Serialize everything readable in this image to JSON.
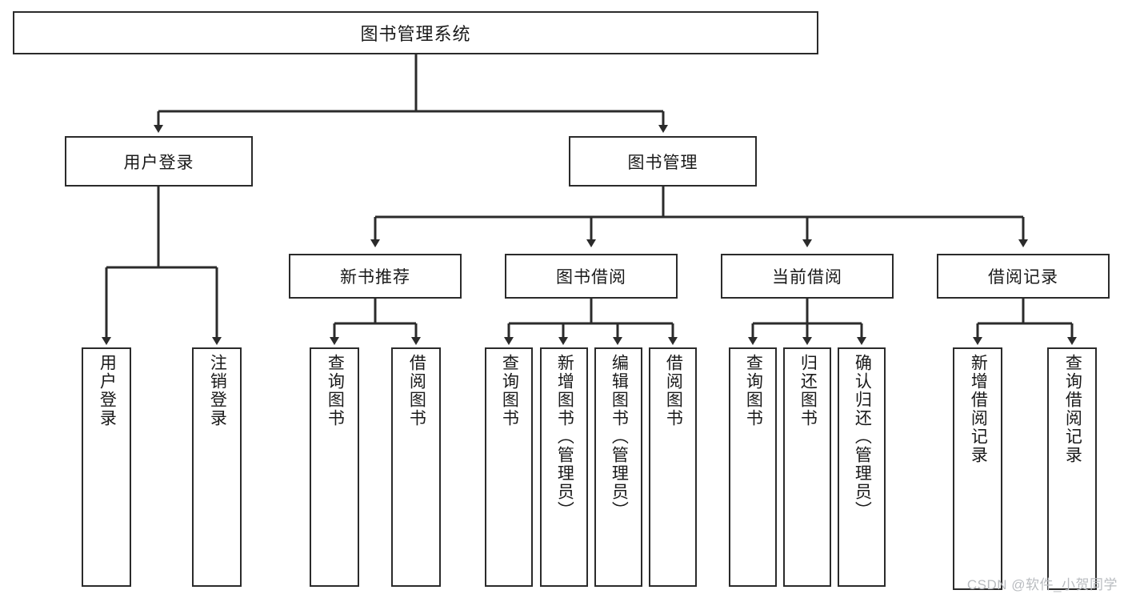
{
  "diagram": {
    "title": "图书管理系统",
    "type": "tree",
    "colors": {
      "stroke": "#2b2b2b",
      "fill": "#ffffff",
      "text": "#1a1a1a",
      "watermark": "#b9bcc0"
    },
    "root": {
      "label": "图书管理系统"
    },
    "level2": [
      {
        "id": "user-login",
        "label": "用户登录"
      },
      {
        "id": "book-manage",
        "label": "图书管理"
      }
    ],
    "level3": [
      {
        "id": "new-book-rec",
        "label": "新书推荐",
        "parent": "book-manage"
      },
      {
        "id": "book-borrow",
        "label": "图书借阅",
        "parent": "book-manage"
      },
      {
        "id": "current-borrow",
        "label": "当前借阅",
        "parent": "book-manage"
      },
      {
        "id": "borrow-record",
        "label": "借阅记录",
        "parent": "book-manage"
      }
    ],
    "leaves": [
      {
        "id": "leaf-user-login",
        "label": "用户登录",
        "parent": "user-login"
      },
      {
        "id": "leaf-logout",
        "label": "注销登录",
        "parent": "user-login"
      },
      {
        "id": "leaf-query-book-1",
        "label": "查询图书",
        "parent": "new-book-rec"
      },
      {
        "id": "leaf-borrow-book-1",
        "label": "借阅图书",
        "parent": "new-book-rec"
      },
      {
        "id": "leaf-query-book-2",
        "label": "查询图书",
        "parent": "book-borrow"
      },
      {
        "id": "leaf-add-book",
        "label": "新增图书（管理员）",
        "parent": "book-borrow"
      },
      {
        "id": "leaf-edit-book",
        "label": "编辑图书（管理员）",
        "parent": "book-borrow"
      },
      {
        "id": "leaf-borrow-book-2",
        "label": "借阅图书",
        "parent": "book-borrow"
      },
      {
        "id": "leaf-query-book-3",
        "label": "查询图书",
        "parent": "current-borrow"
      },
      {
        "id": "leaf-return-book",
        "label": "归还图书",
        "parent": "current-borrow"
      },
      {
        "id": "leaf-confirm-return",
        "label": "确认归还（管理员）",
        "parent": "current-borrow"
      },
      {
        "id": "leaf-add-record",
        "label": "新增借阅记录",
        "parent": "borrow-record"
      },
      {
        "id": "leaf-query-record",
        "label": "查询借阅记录",
        "parent": "borrow-record"
      }
    ],
    "watermark": "CSDN @软件_小贺同学"
  }
}
